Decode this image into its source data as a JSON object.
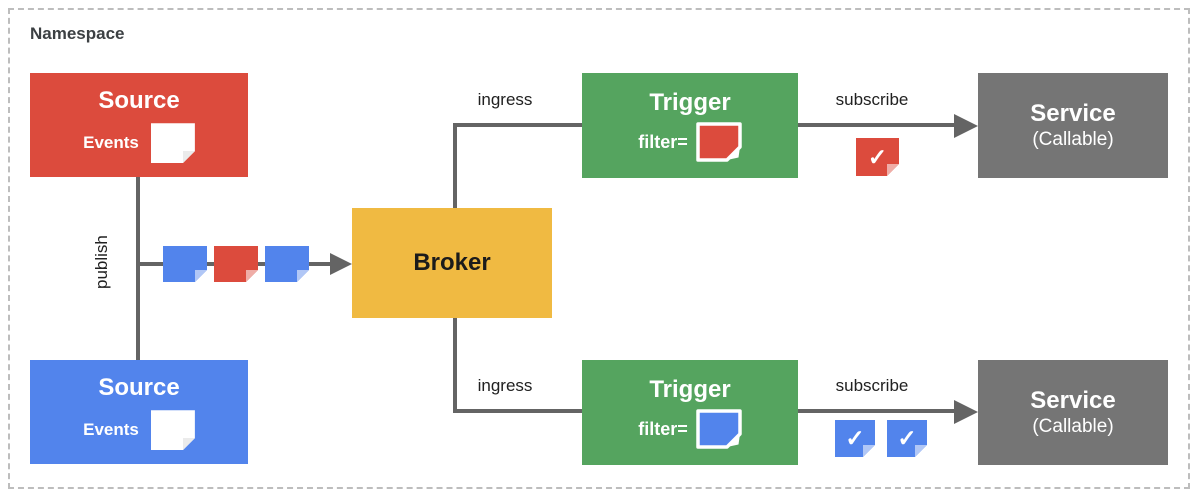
{
  "namespace": {
    "label": "Namespace"
  },
  "nodes": {
    "source_top": {
      "title": "Source",
      "events_label": "Events"
    },
    "source_bottom": {
      "title": "Source",
      "events_label": "Events"
    },
    "broker": {
      "title": "Broker"
    },
    "trigger_top": {
      "title": "Trigger",
      "filter_label": "filter="
    },
    "trigger_bottom": {
      "title": "Trigger",
      "filter_label": "filter="
    },
    "service_top": {
      "title": "Service",
      "subtitle": "(Callable)"
    },
    "service_bottom": {
      "title": "Service",
      "subtitle": "(Callable)"
    }
  },
  "edges": {
    "publish_label": "publish",
    "ingress_top_label": "ingress",
    "ingress_bottom_label": "ingress",
    "subscribe_top_label": "subscribe",
    "subscribe_bottom_label": "subscribe"
  },
  "icons": {
    "check_glyph": "✓",
    "stream_events": [
      "blue-event-note",
      "red-event-note",
      "blue-event-note"
    ],
    "events_note": "white-event-note",
    "filter_top_note": "red-event-note",
    "filter_bottom_note": "blue-event-note",
    "check_top_notes": [
      "red-check-note"
    ],
    "check_bottom_notes": [
      "blue-check-note",
      "blue-check-note"
    ]
  },
  "colors": {
    "red": "#dc4b3d",
    "blue": "#5284ec",
    "green": "#55a45f",
    "yellow": "#f0ba42",
    "gray": "#757575",
    "line": "#646464",
    "boundary_dash": "#bdbdbd"
  }
}
